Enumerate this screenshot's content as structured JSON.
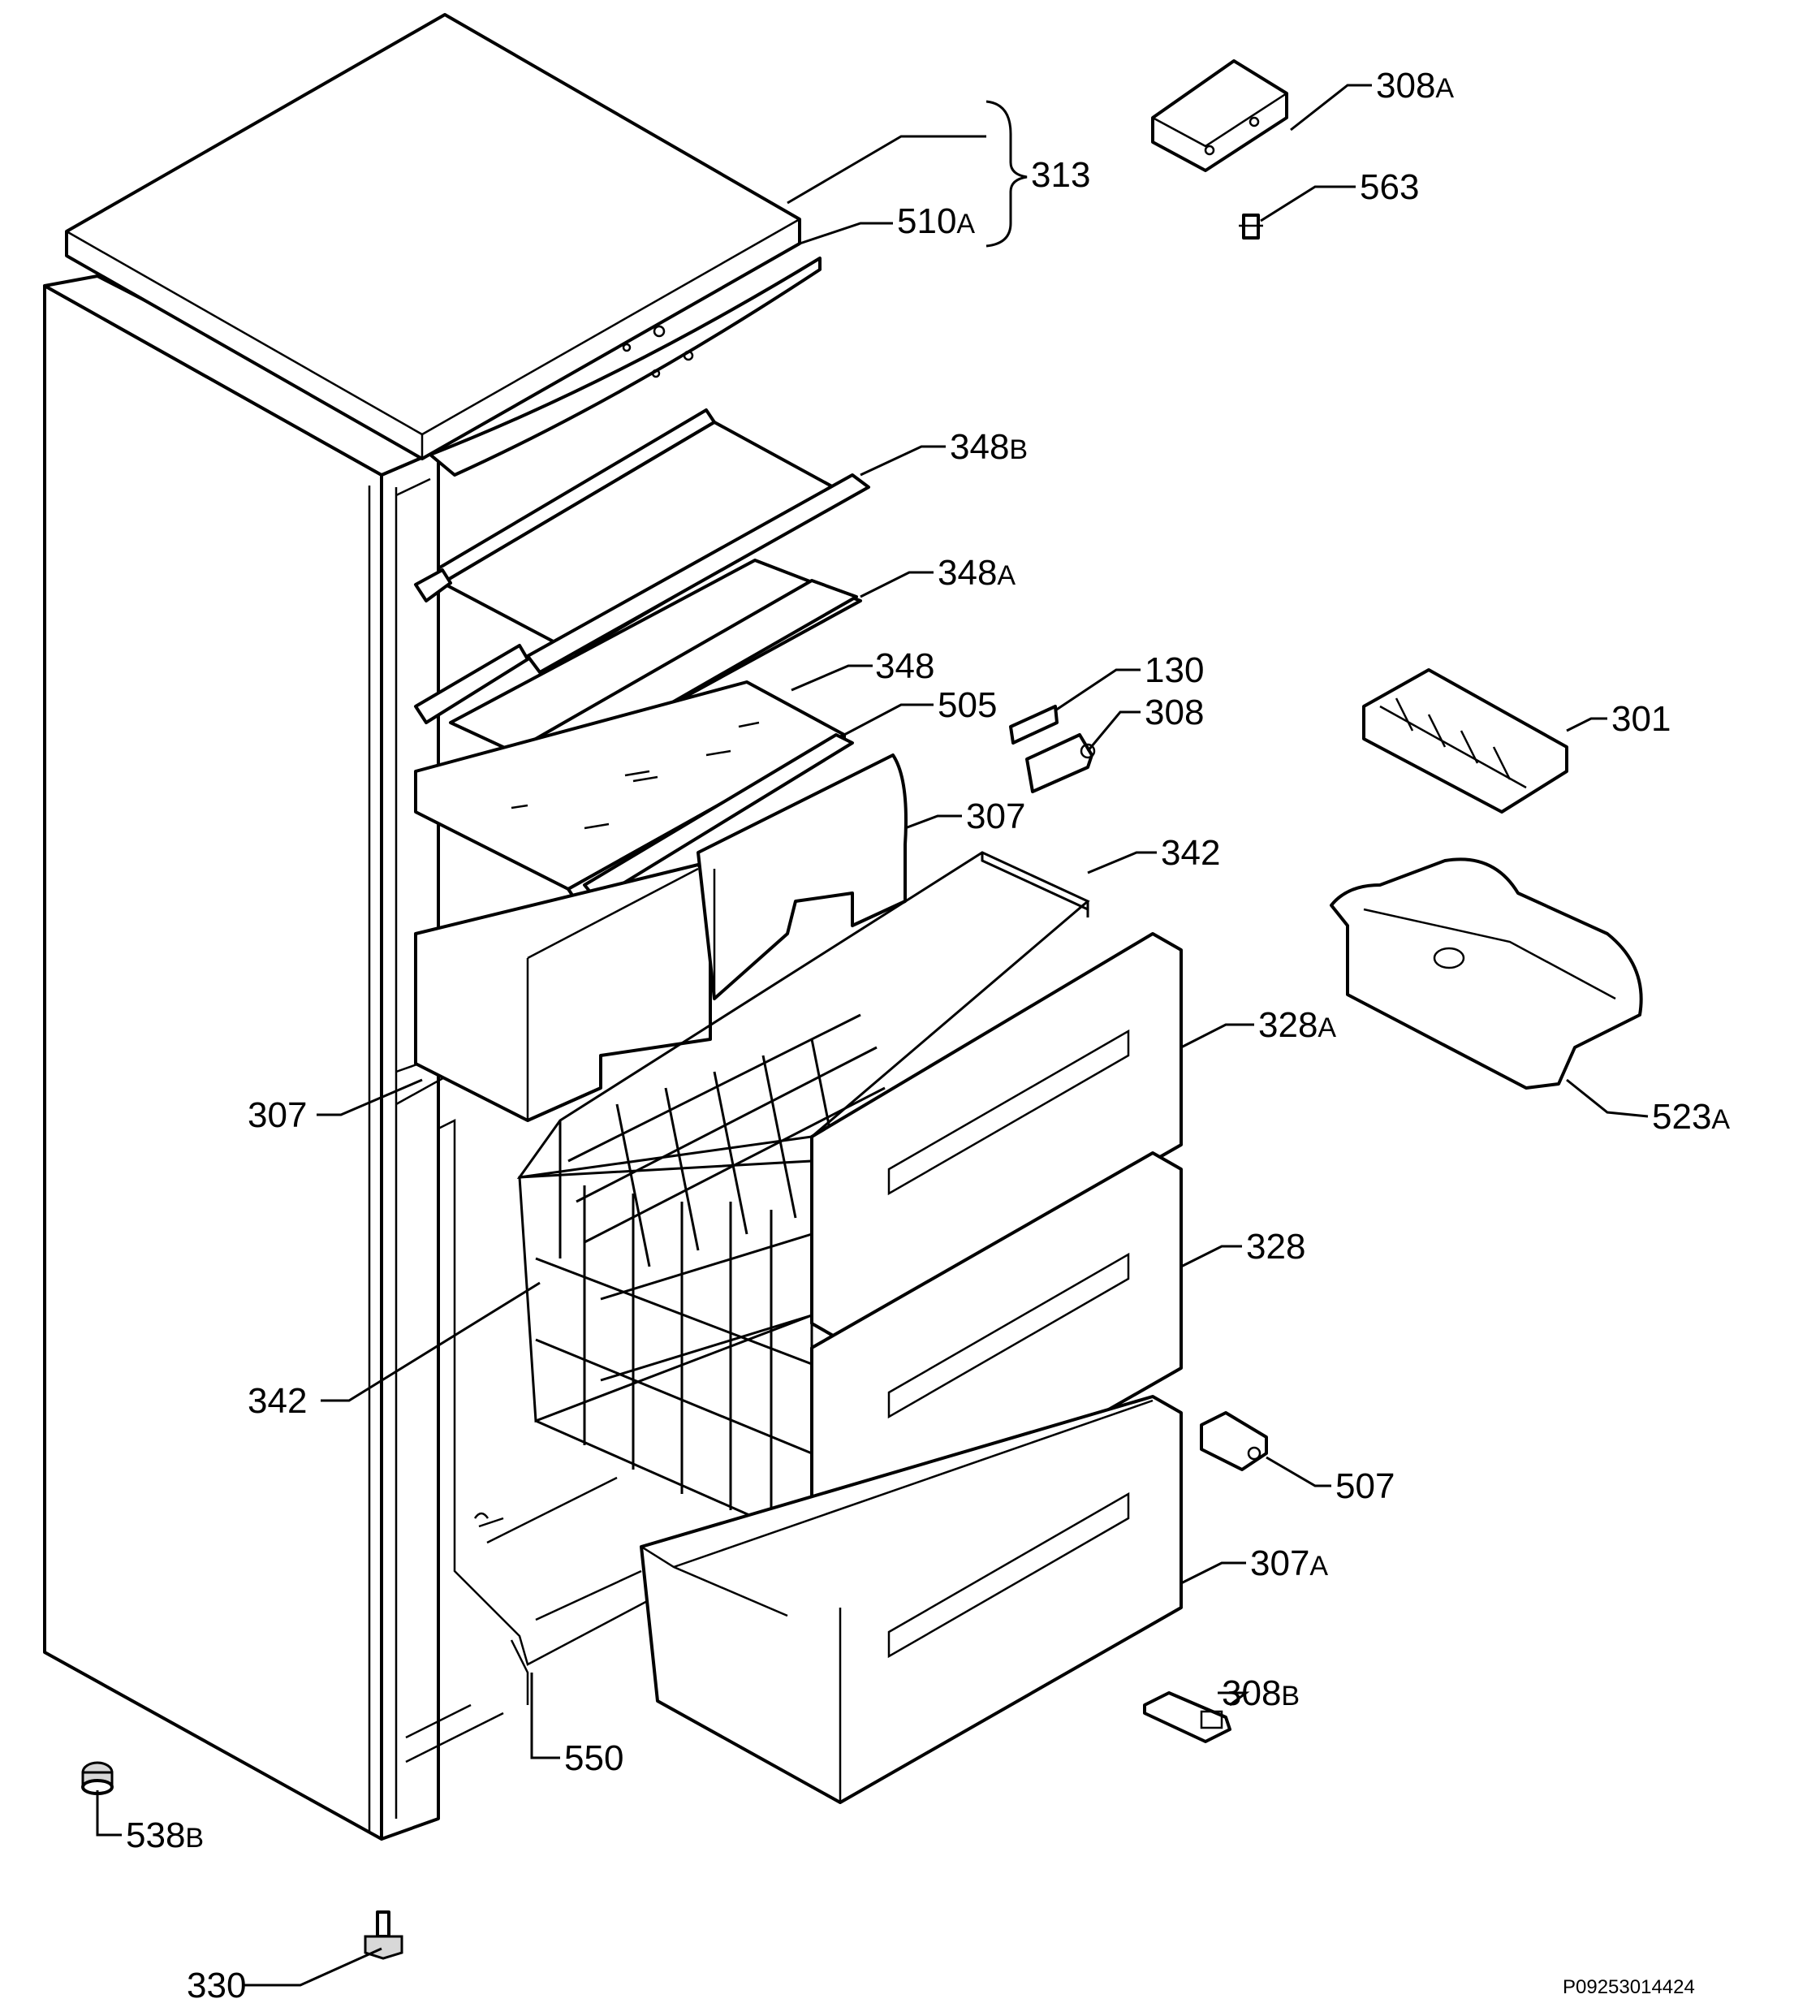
{
  "document_number": "P09253014424",
  "callouts": [
    {
      "id": "308A",
      "num": "308",
      "suffix": "A"
    },
    {
      "id": "313",
      "num": "313",
      "suffix": ""
    },
    {
      "id": "510A",
      "num": "510",
      "suffix": "A"
    },
    {
      "id": "563",
      "num": "563",
      "suffix": ""
    },
    {
      "id": "348B",
      "num": "348",
      "suffix": "B"
    },
    {
      "id": "348A",
      "num": "348",
      "suffix": "A"
    },
    {
      "id": "348",
      "num": "348",
      "suffix": ""
    },
    {
      "id": "505",
      "num": "505",
      "suffix": ""
    },
    {
      "id": "130",
      "num": "130",
      "suffix": ""
    },
    {
      "id": "308",
      "num": "308",
      "suffix": ""
    },
    {
      "id": "301",
      "num": "301",
      "suffix": ""
    },
    {
      "id": "307-top",
      "num": "307",
      "suffix": ""
    },
    {
      "id": "342-top",
      "num": "342",
      "suffix": ""
    },
    {
      "id": "328A",
      "num": "328",
      "suffix": "A"
    },
    {
      "id": "523A",
      "num": "523",
      "suffix": "A"
    },
    {
      "id": "307-left",
      "num": "307",
      "suffix": ""
    },
    {
      "id": "328",
      "num": "328",
      "suffix": ""
    },
    {
      "id": "342-left",
      "num": "342",
      "suffix": ""
    },
    {
      "id": "507",
      "num": "507",
      "suffix": ""
    },
    {
      "id": "307A",
      "num": "307",
      "suffix": "A"
    },
    {
      "id": "308B",
      "num": "308",
      "suffix": "B"
    },
    {
      "id": "550",
      "num": "550",
      "suffix": ""
    },
    {
      "id": "538B",
      "num": "538",
      "suffix": "B"
    },
    {
      "id": "330",
      "num": "330",
      "suffix": ""
    }
  ]
}
